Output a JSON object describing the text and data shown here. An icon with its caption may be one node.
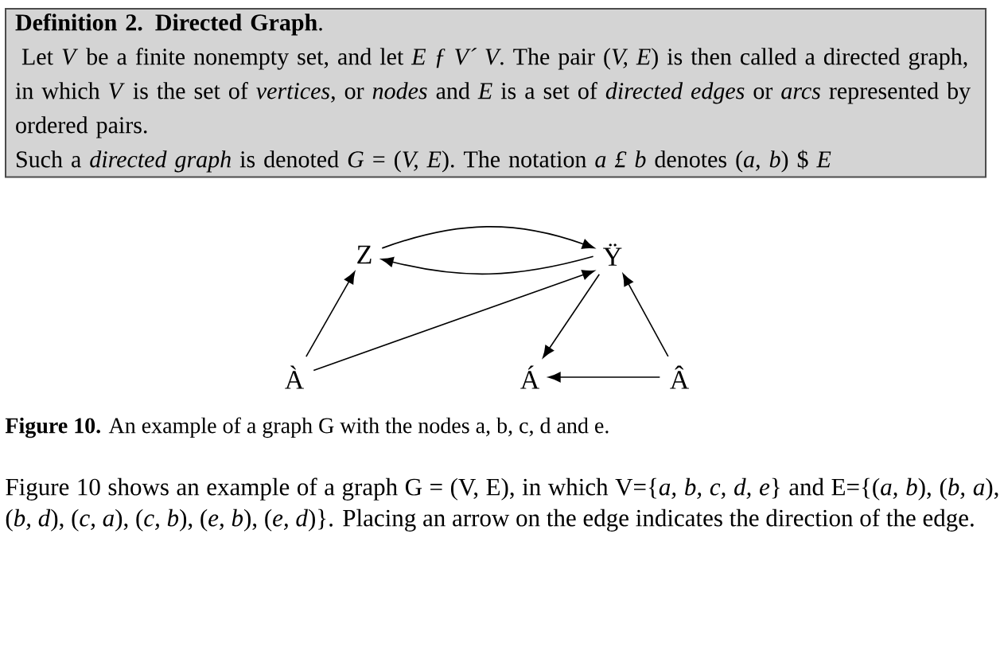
{
  "diagram": {
    "caption": "**Figure 10.** An example of a graph G with the nodes a, b, c, d and e.",
    "nodes": [
      {
        "text": [
          "**Definition 2.  Directed Graph**.",
          "Let *V* be a finite nonempty set, and let *E ƒ V´ V*. The pair (*V, E*) is then called a directed graph, in which *V* is the set of *vertices*, or *nodes* and *E* is a set of *directed edges* or *arcs* represented by ordered pairs.",
          "Such a *directed graph* is denoted *G* = (*V, E*). The notation *a £ b* denotes (*a, b*) $ *E*"
        ]
      },
      {
        "text": [
          "Z"
        ]
      },
      {
        "text": [
          "Ÿ"
        ]
      },
      {
        "text": [
          "À"
        ]
      },
      {
        "text": [
          "Á"
        ]
      },
      {
        "text": [
          "Â"
        ]
      }
    ],
    "edges": [
      {
        "from": 1,
        "to": 2,
        "arrow": "to"
      },
      {
        "from": 2,
        "to": 1,
        "arrow": "to"
      },
      {
        "from": 2,
        "to": 4,
        "arrow": "to"
      },
      {
        "from": 3,
        "to": 1,
        "arrow": "to"
      },
      {
        "from": 3,
        "to": 2,
        "arrow": "to"
      },
      {
        "from": 5,
        "to": 2,
        "arrow": "to"
      },
      {
        "from": 5,
        "to": 4,
        "arrow": "to"
      }
    ],
    "labels": [
      "Figure 10 shows an example of a graph G = (V, E), in which V={*a, b, c, d, e*} and E={(*a, b*), (*b, a*), (*b, d*), (*c, a*), (*c, b*), (*e, b*), (*e, d*)}. Placing an arrow on the edge indicates the direction of the edge."
    ]
  }
}
